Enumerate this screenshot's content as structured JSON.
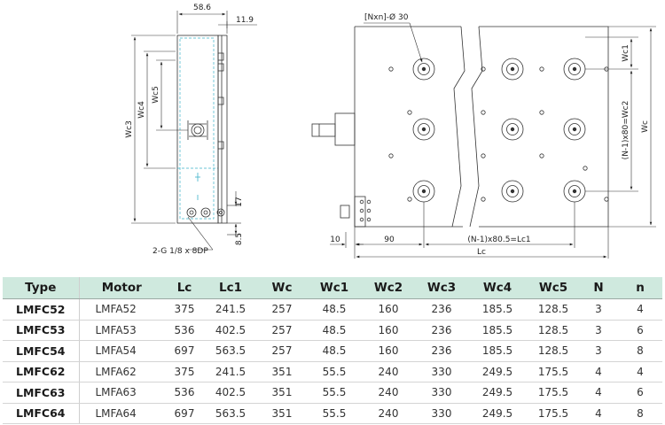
{
  "drawing": {
    "side_view": {
      "dim_top": "58.6",
      "dim_top_right": "11.9",
      "label_wc3": "Wc3",
      "label_wc4": "Wc4",
      "label_wc5": "Wc5",
      "dim_17": "17",
      "dim_8_5": "8.5",
      "port_note": "2-G 1/8 x 8DP"
    },
    "top_view": {
      "hole_note": "[Nxn]-Ø  30",
      "label_wc1": "Wc1",
      "label_pitch_y": "(N-1)x80=Wc2",
      "label_wc": "Wc",
      "dim_10": "10",
      "dim_90": "90",
      "label_pitch_x": "(N-1)x80.5=Lc1",
      "label_lc": "Lc"
    }
  },
  "table": {
    "headers": [
      "Type",
      "Motor",
      "Lc",
      "Lc1",
      "Wc",
      "Wc1",
      "Wc2",
      "Wc3",
      "Wc4",
      "Wc5",
      "N",
      "n"
    ],
    "rows": [
      [
        "LMFC52",
        "LMFA52",
        "375",
        "241.5",
        "257",
        "48.5",
        "160",
        "236",
        "185.5",
        "128.5",
        "3",
        "4"
      ],
      [
        "LMFC53",
        "LMFA53",
        "536",
        "402.5",
        "257",
        "48.5",
        "160",
        "236",
        "185.5",
        "128.5",
        "3",
        "6"
      ],
      [
        "LMFC54",
        "LMFA54",
        "697",
        "563.5",
        "257",
        "48.5",
        "160",
        "236",
        "185.5",
        "128.5",
        "3",
        "8"
      ],
      [
        "LMFC62",
        "LMFA62",
        "375",
        "241.5",
        "351",
        "55.5",
        "240",
        "330",
        "249.5",
        "175.5",
        "4",
        "4"
      ],
      [
        "LMFC63",
        "LMFA63",
        "536",
        "402.5",
        "351",
        "55.5",
        "240",
        "330",
        "249.5",
        "175.5",
        "4",
        "6"
      ],
      [
        "LMFC64",
        "LMFA64",
        "697",
        "563.5",
        "351",
        "55.5",
        "240",
        "330",
        "249.5",
        "175.5",
        "4",
        "8"
      ]
    ]
  }
}
